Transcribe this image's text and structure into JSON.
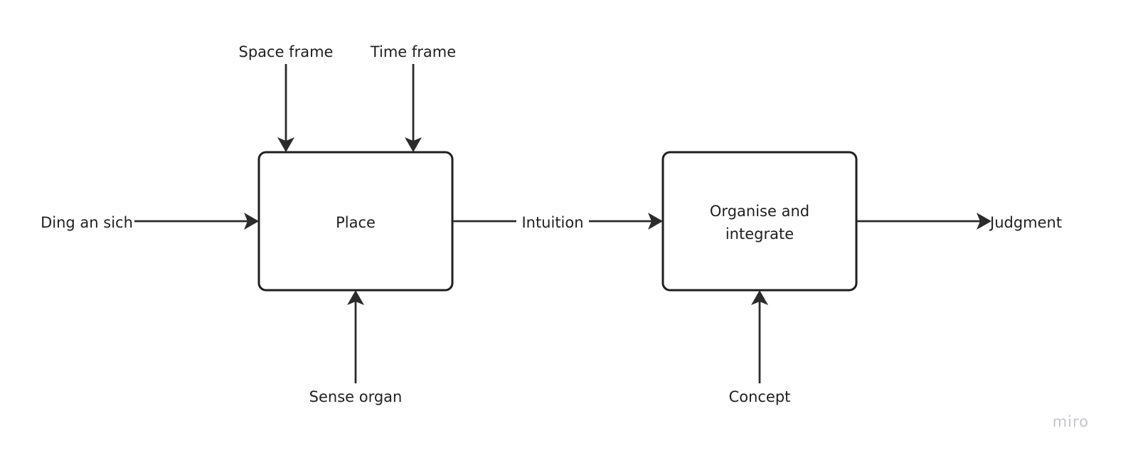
{
  "nodes": {
    "place": {
      "label": "Place"
    },
    "organise": {
      "label_line1": "Organise and",
      "label_line2": "integrate"
    }
  },
  "inputs": {
    "ding_an_sich": "Ding an sich",
    "space_frame": "Space frame",
    "time_frame": "Time frame",
    "sense_organ": "Sense organ",
    "concept": "Concept"
  },
  "edges": {
    "intuition": "Intuition"
  },
  "outputs": {
    "judgment": "Judgment"
  },
  "watermark": "miro",
  "colors": {
    "stroke": "#1f1f1f",
    "watermark": "#c3c6cc"
  }
}
